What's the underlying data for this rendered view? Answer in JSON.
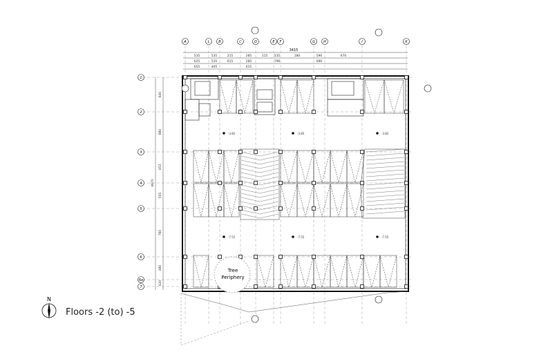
{
  "caption": "Floors -2 (to) -5",
  "north_label": "N",
  "tree_label_1": "Tree",
  "tree_label_2": "Periphery",
  "overall_dim": "3415",
  "col_grid_labels": [
    "A",
    "L",
    "B",
    "C",
    "D",
    "E",
    "F",
    "G",
    "H",
    "I",
    "K"
  ],
  "row_grid_labels": [
    "1",
    "2",
    "3",
    "4",
    "5",
    "6",
    "6a",
    "7"
  ],
  "dim_row1": [
    "535",
    "535",
    "215",
    "285",
    "115",
    "535",
    "180",
    "590",
    "670"
  ],
  "dim_row2": [
    "625",
    "535",
    "615",
    "285",
    "",
    "796",
    "",
    "690",
    ""
  ],
  "dim_row3": [
    "655",
    "405",
    "",
    "615",
    "",
    "",
    "",
    "",
    ""
  ],
  "left_dims": [
    "640",
    "880",
    "453",
    "555",
    "760",
    "480",
    "420"
  ],
  "left_overall": "4670",
  "level_marks_top": [
    "-3.82",
    "-3.85",
    "-3.82"
  ],
  "level_marks_bottom": [
    "-7.55",
    "-7.55",
    "-7.55"
  ]
}
